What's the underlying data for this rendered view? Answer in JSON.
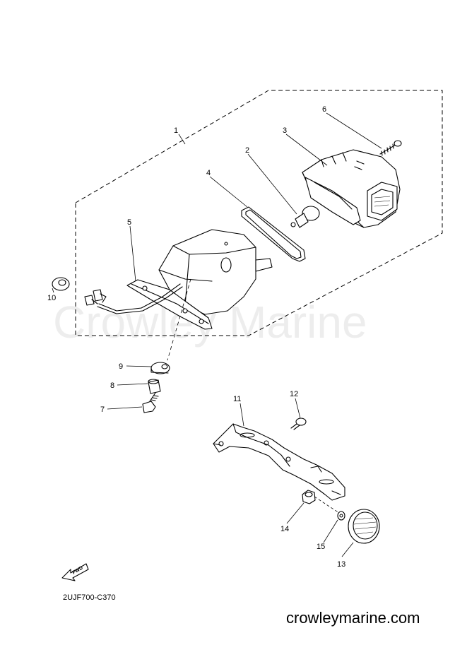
{
  "diagram": {
    "drawing_code": "2UJF700-C370",
    "watermark": "Crowley Marine",
    "site_url": "crowleymarine.com",
    "fwd_label": "FWD",
    "callouts": [
      {
        "id": "1",
        "text": "1"
      },
      {
        "id": "2",
        "text": "2"
      },
      {
        "id": "3",
        "text": "3"
      },
      {
        "id": "4",
        "text": "4"
      },
      {
        "id": "5",
        "text": "5"
      },
      {
        "id": "6",
        "text": "6"
      },
      {
        "id": "7",
        "text": "7"
      },
      {
        "id": "8",
        "text": "8"
      },
      {
        "id": "9",
        "text": "9"
      },
      {
        "id": "10",
        "text": "10"
      },
      {
        "id": "11",
        "text": "11"
      },
      {
        "id": "12",
        "text": "12"
      },
      {
        "id": "13",
        "text": "13"
      },
      {
        "id": "14",
        "text": "14"
      },
      {
        "id": "15",
        "text": "15"
      }
    ],
    "parts": [
      {
        "callout": "1",
        "icon": "taillight-assembly-outline"
      },
      {
        "callout": "2",
        "icon": "bulb-icon"
      },
      {
        "callout": "3",
        "icon": "lens-icon"
      },
      {
        "callout": "4",
        "icon": "gasket-icon"
      },
      {
        "callout": "5",
        "icon": "lamp-housing-icon"
      },
      {
        "callout": "6",
        "icon": "screw-icon"
      },
      {
        "callout": "7",
        "icon": "bolt-icon"
      },
      {
        "callout": "8",
        "icon": "collar-icon"
      },
      {
        "callout": "9",
        "icon": "grommet-icon"
      },
      {
        "callout": "10",
        "icon": "grommet-icon"
      },
      {
        "callout": "11",
        "icon": "bracket-icon"
      },
      {
        "callout": "12",
        "icon": "bolt-icon"
      },
      {
        "callout": "13",
        "icon": "reflector-icon"
      },
      {
        "callout": "14",
        "icon": "nut-icon"
      },
      {
        "callout": "15",
        "icon": "washer-icon"
      }
    ],
    "colors": {
      "line": "#000000",
      "background": "#ffffff"
    }
  }
}
